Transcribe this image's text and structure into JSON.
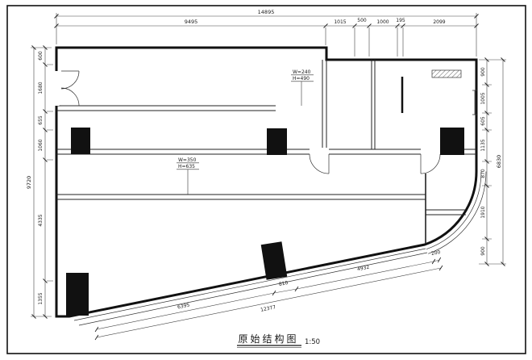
{
  "drawing": {
    "title": "原始结构图",
    "scale": "1:50"
  },
  "dimensions": {
    "top_overall": "14895",
    "top_segments": [
      "9495",
      "1015",
      "500",
      "1000",
      "195",
      "2099"
    ],
    "left_overall": "9720",
    "left_segments": [
      "600",
      "1680",
      "655",
      "1060",
      "4335",
      "1355"
    ],
    "right_overall": "6830",
    "right_segments": [
      "900",
      "1005",
      "605",
      "1135",
      "870",
      "1910",
      "900"
    ],
    "bottom_segments": [
      "6395",
      "810",
      "4932",
      "200"
    ],
    "bottom_overall": "12377"
  },
  "annotations": {
    "beam_a_line1": "W=240",
    "beam_a_line2": "H=490",
    "beam_b_line1": "W=350",
    "beam_b_line2": "H=635"
  },
  "colors": {
    "line": "#1a1a1a",
    "background": "#ffffff",
    "column_fill": "#111111"
  }
}
